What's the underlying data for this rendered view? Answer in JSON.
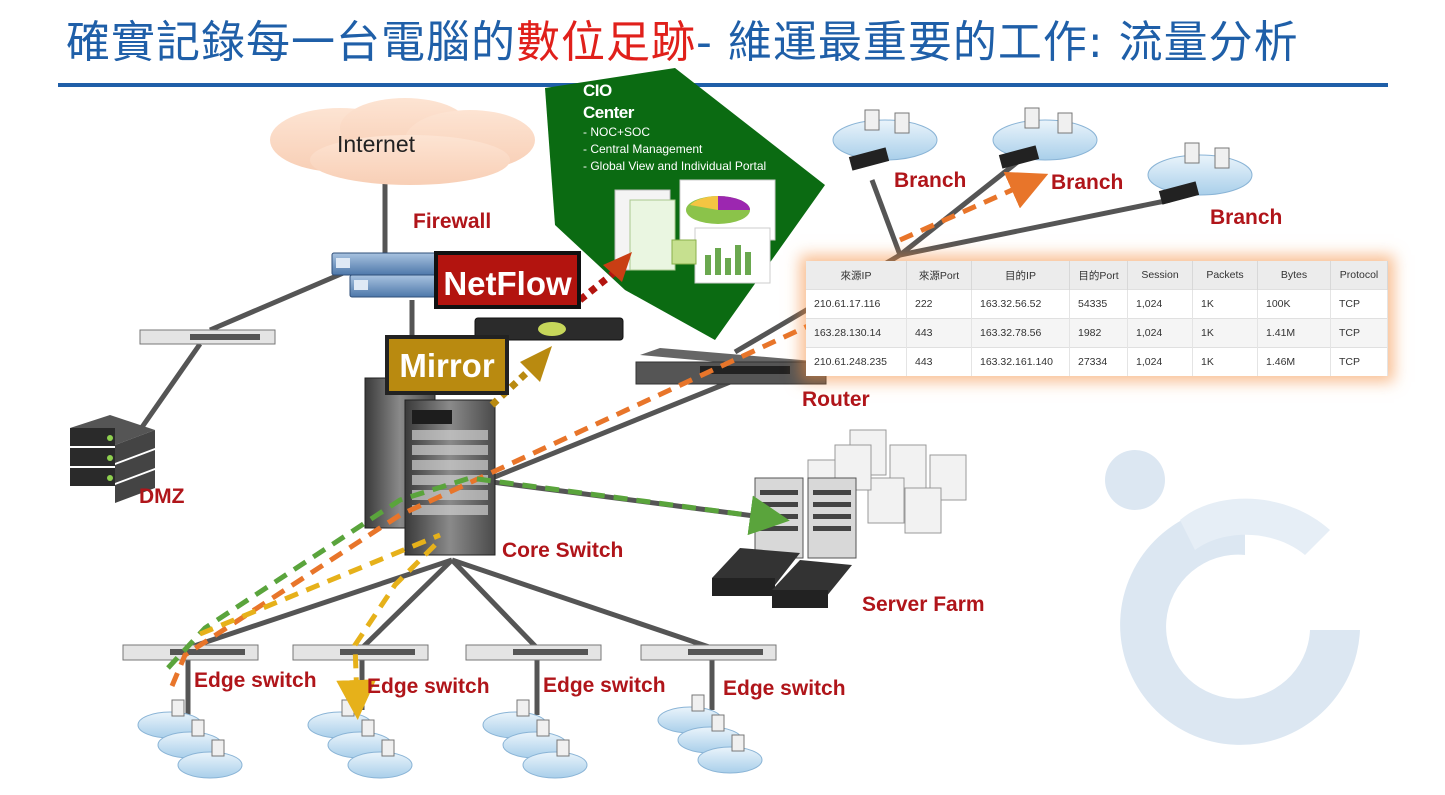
{
  "title": {
    "part1": "確實記錄每一台電腦的",
    "part2": "數位足跡",
    "part3": "- 維運最重要的工作: 流量分析"
  },
  "colors": {
    "title": "#1f5fa8",
    "accent_red": "#e0201b",
    "label_red": "#b0151a",
    "cio_green": "#0b6b12",
    "netflow_box": "#b3140f",
    "mirror_box": "#b98a10",
    "orange_flow": "#e8752a",
    "green_flow": "#5aa43c",
    "yellow_flow": "#e6b11a"
  },
  "labels": {
    "internet": "Internet",
    "firewall": "Firewall",
    "dmz": "DMZ",
    "core_switch": "Core Switch",
    "router": "Router",
    "server_farm": "Server Farm",
    "branch1": "Branch",
    "branch2": "Branch",
    "branch3": "Branch",
    "edge1": "Edge switch",
    "edge2": "Edge switch",
    "edge3": "Edge switch",
    "edge4": "Edge switch"
  },
  "netflow": "NetFlow",
  "mirror": "Mirror",
  "cio": {
    "line1": "CIO",
    "line2": "Center",
    "bullets": [
      "- NOC+SOC",
      "- Central Management",
      "- Global View and Individual Portal"
    ]
  },
  "flow_table": {
    "headers": [
      "來源IP",
      "來源Port",
      "目的IP",
      "目的Port",
      "Session",
      "Packets",
      "Bytes",
      "Protocol"
    ],
    "rows": [
      [
        "210.61.17.116",
        "222",
        "163.32.56.52",
        "54335",
        "1,024",
        "1K",
        "100K",
        "TCP"
      ],
      [
        "163.28.130.14",
        "443",
        "163.32.78.56",
        "1982",
        "1,024",
        "1K",
        "1.41M",
        "TCP"
      ],
      [
        "210.61.248.235",
        "443",
        "163.32.161.140",
        "27334",
        "1,024",
        "1K",
        "1.46M",
        "TCP"
      ]
    ]
  },
  "icons": [
    "cloud-icon",
    "firewall-icon",
    "switch-icon",
    "server-rack-icon",
    "router-icon",
    "workstation-icon",
    "logo-icon"
  ]
}
